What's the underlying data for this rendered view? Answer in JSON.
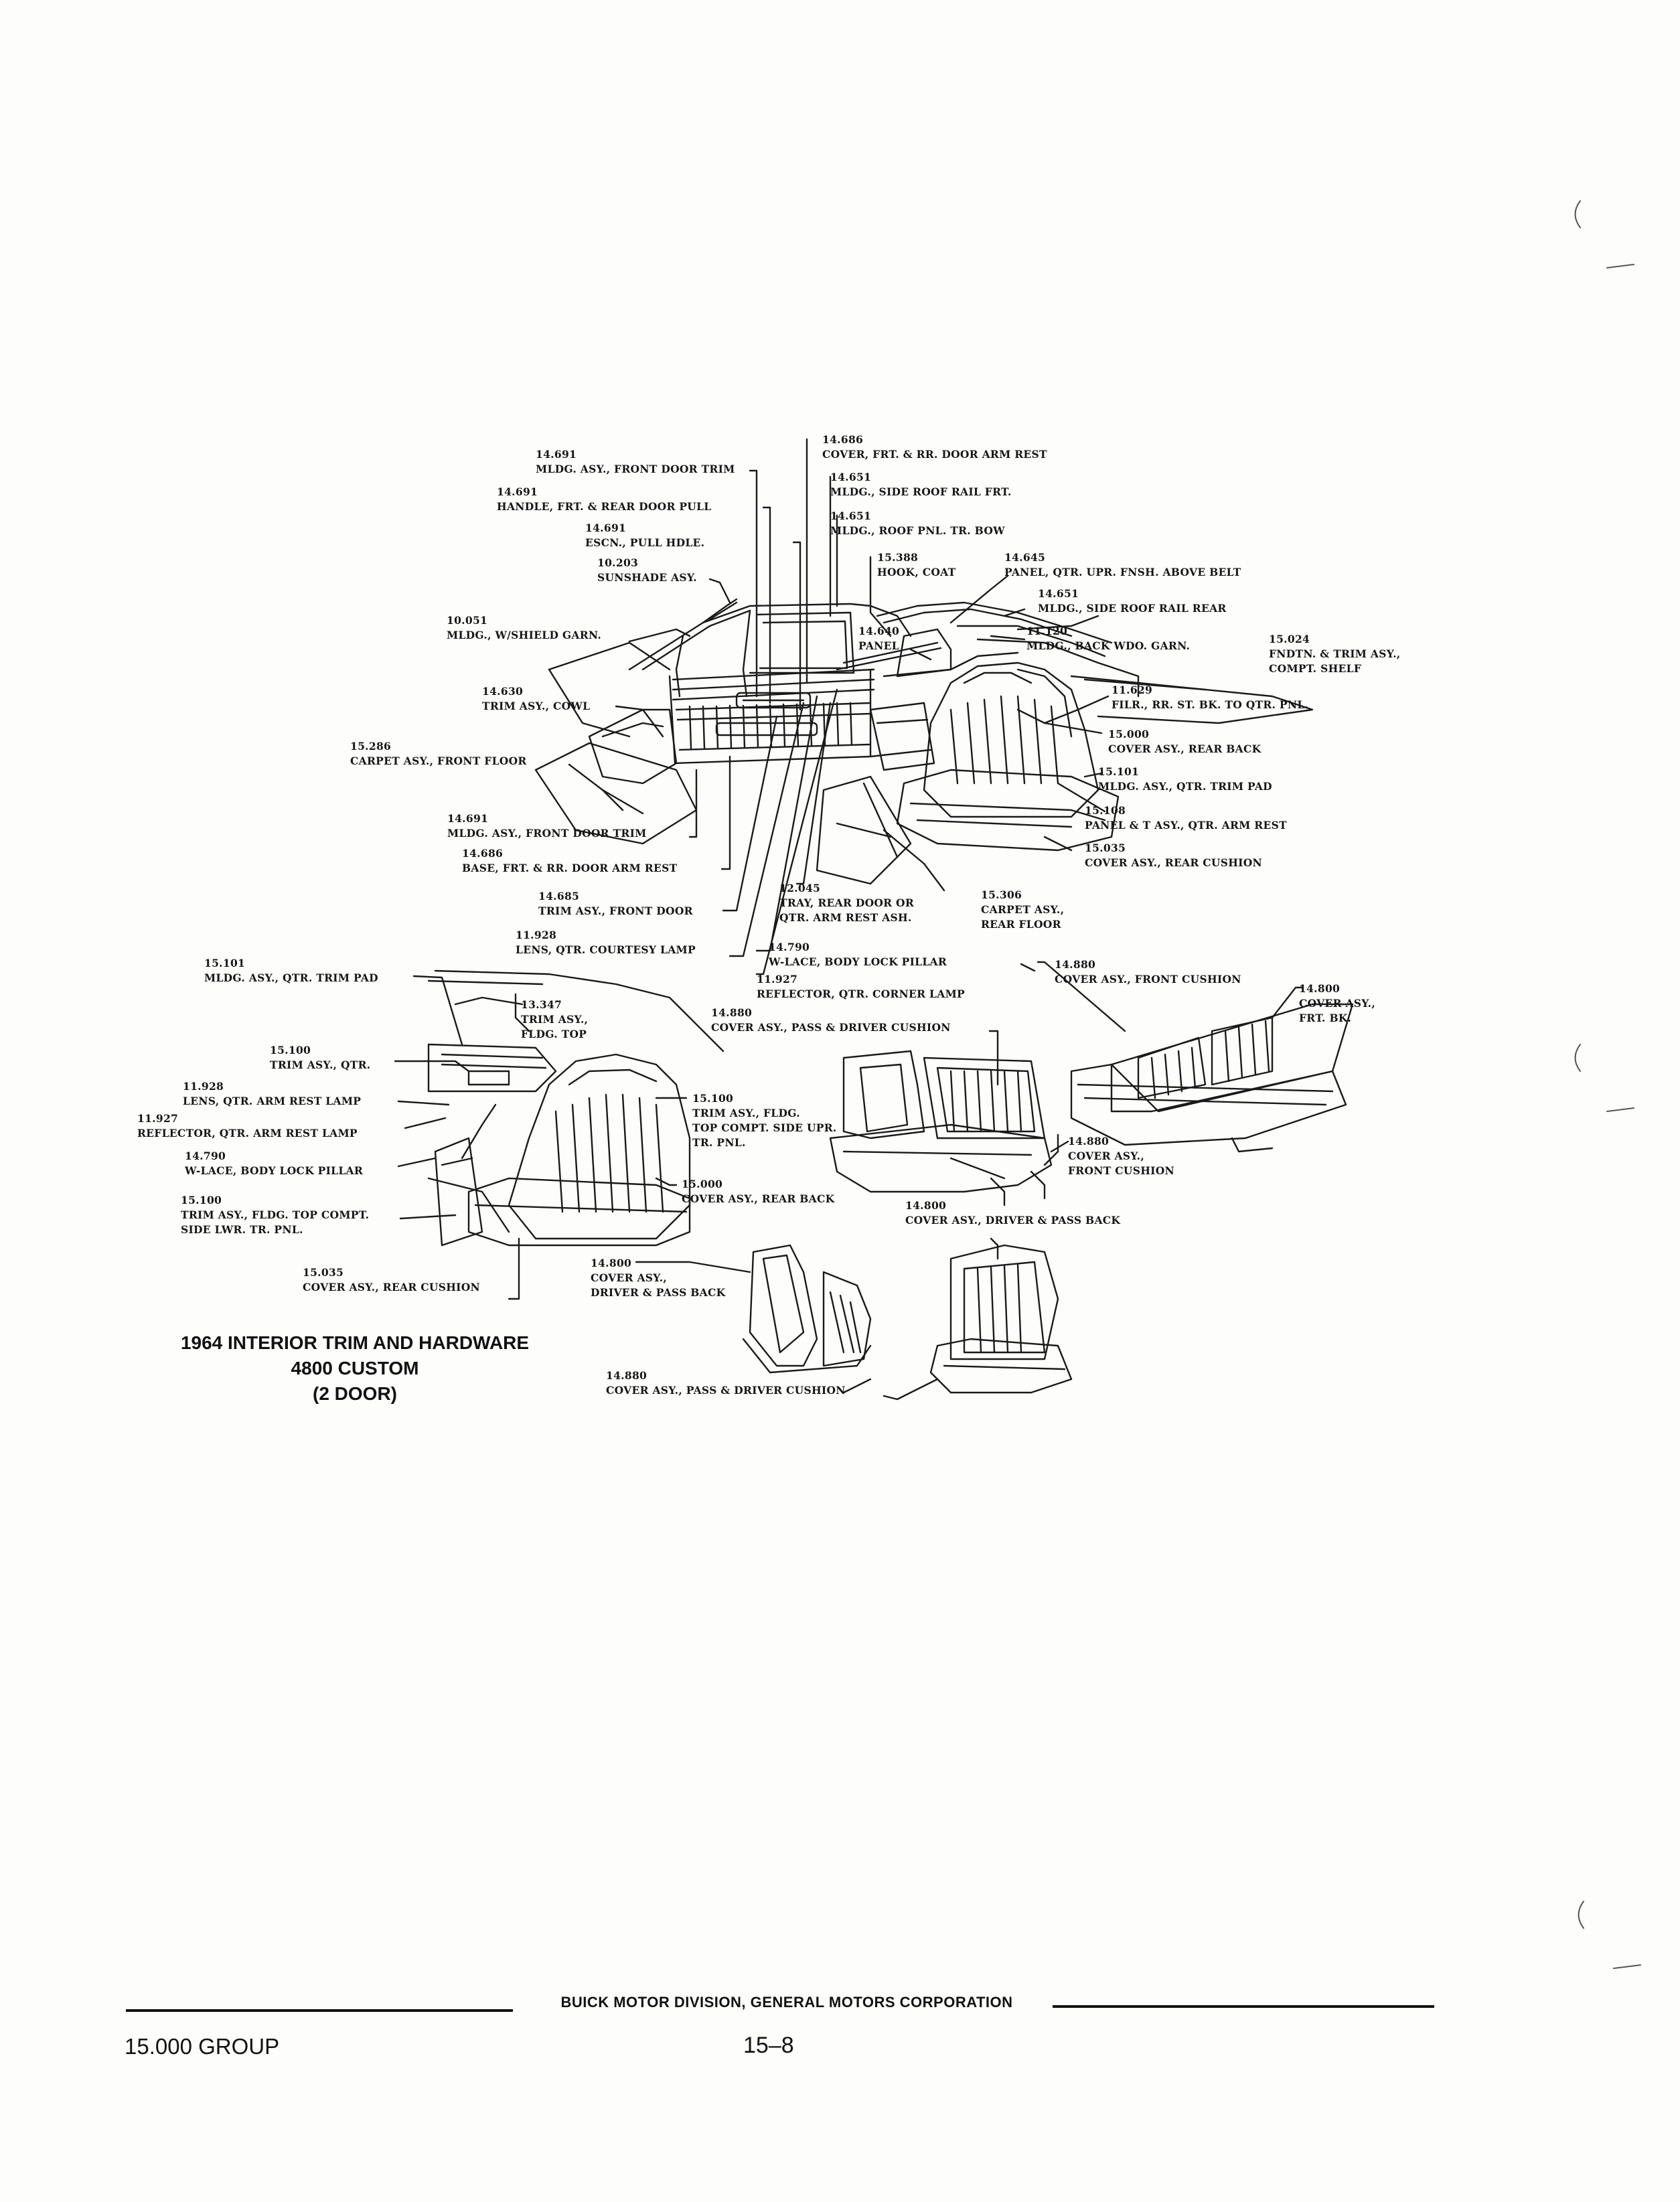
{
  "callouts": [
    {
      "text": "14.691\nMLDG. ASY., FRONT DOOR TRIM"
    },
    {
      "text": "14.691\nHANDLE, FRT. & REAR DOOR PULL"
    },
    {
      "text": "14.691\nESCN., PULL HDLE."
    },
    {
      "text": "10.203\nSUNSHADE ASY."
    },
    {
      "text": "10.051\nMLDG., W/SHIELD GARN."
    },
    {
      "text": "14.630\nTRIM ASY., COWL"
    },
    {
      "text": "15.286\nCARPET ASY., FRONT FLOOR"
    },
    {
      "text": "14.691\nMLDG. ASY., FRONT DOOR TRIM"
    },
    {
      "text": "14.686\nBASE, FRT. & RR. DOOR ARM REST"
    },
    {
      "text": "14.685\nTRIM ASY., FRONT DOOR"
    },
    {
      "text": "11.928\nLENS, QTR. COURTESY LAMP"
    },
    {
      "text": "14.686\nCOVER, FRT. & RR. DOOR ARM REST"
    },
    {
      "text": "14.651\nMLDG., SIDE ROOF RAIL FRT."
    },
    {
      "text": "14.651\nMLDG., ROOF PNL. TR. BOW"
    },
    {
      "text": "15.388\nHOOK, COAT"
    },
    {
      "text": "14.645\nPANEL, QTR. UPR. FNSH. ABOVE BELT"
    },
    {
      "text": "14.651\nMLDG., SIDE ROOF RAIL REAR"
    },
    {
      "text": "11.120\nMLDG., BACK WDO. GARN."
    },
    {
      "text": "14.640\nPANEL"
    },
    {
      "text": "15.024\nFNDTN. & TRIM ASY.,\nCOMPT. SHELF"
    },
    {
      "text": "11.629\nFILR., RR. ST. BK. TO QTR. PNL."
    },
    {
      "text": "15.000\nCOVER ASY., REAR BACK"
    },
    {
      "text": "15.101\nMLDG. ASY., QTR. TRIM PAD"
    },
    {
      "text": "15.108\nPANEL & T ASY., QTR. ARM REST"
    },
    {
      "text": "15.035\nCOVER ASY., REAR CUSHION"
    },
    {
      "text": "12.045\nTRAY, REAR DOOR OR\nQTR. ARM REST ASH."
    },
    {
      "text": "15.306\nCARPET ASY.,\nREAR FLOOR"
    },
    {
      "text": "14.790\nW-LACE, BODY LOCK PILLAR"
    },
    {
      "text": "11.927\nREFLECTOR, QTR. CORNER LAMP"
    },
    {
      "text": "14.880\nCOVER ASY., PASS & DRIVER CUSHION"
    },
    {
      "text": "14.880\nCOVER ASY., FRONT CUSHION"
    },
    {
      "text": "14.800\nCOVER ASY.,\nFRT. BK."
    },
    {
      "text": "15.101\nMLDG. ASY., QTR. TRIM PAD"
    },
    {
      "text": "13.347\nTRIM ASY.,\nFLDG. TOP"
    },
    {
      "text": "15.100\nTRIM ASY., QTR."
    },
    {
      "text": "11.928\nLENS, QTR. ARM REST LAMP"
    },
    {
      "text": "11.927\nREFLECTOR, QTR. ARM REST LAMP"
    },
    {
      "text": "14.790\nW-LACE, BODY LOCK PILLAR"
    },
    {
      "text": "15.100\nTRIM ASY., FLDG. TOP COMPT.\nSIDE LWR. TR. PNL."
    },
    {
      "text": "15.035\nCOVER ASY., REAR CUSHION"
    },
    {
      "text": "15.100\nTRIM ASY., FLDG.\nTOP COMPT. SIDE UPR.\nTR. PNL."
    },
    {
      "text": "15.000\nCOVER ASY., REAR BACK"
    },
    {
      "text": "14.880\nCOVER ASY.,\nFRONT CUSHION"
    },
    {
      "text": "14.800\nCOVER ASY., DRIVER & PASS BACK"
    },
    {
      "text": "14.800\nCOVER ASY.,\nDRIVER & PASS BACK"
    },
    {
      "text": "14.880\nCOVER ASY., PASS & DRIVER CUSHION"
    }
  ],
  "caption": {
    "line1": "1964 INTERIOR TRIM AND HARDWARE",
    "line2": "4800 CUSTOM",
    "line3": "(2 DOOR)"
  },
  "footer": {
    "publisher": "BUICK MOTOR DIVISION, GENERAL MOTORS CORPORATION",
    "group": "15.000 GROUP",
    "page": "15–8"
  }
}
